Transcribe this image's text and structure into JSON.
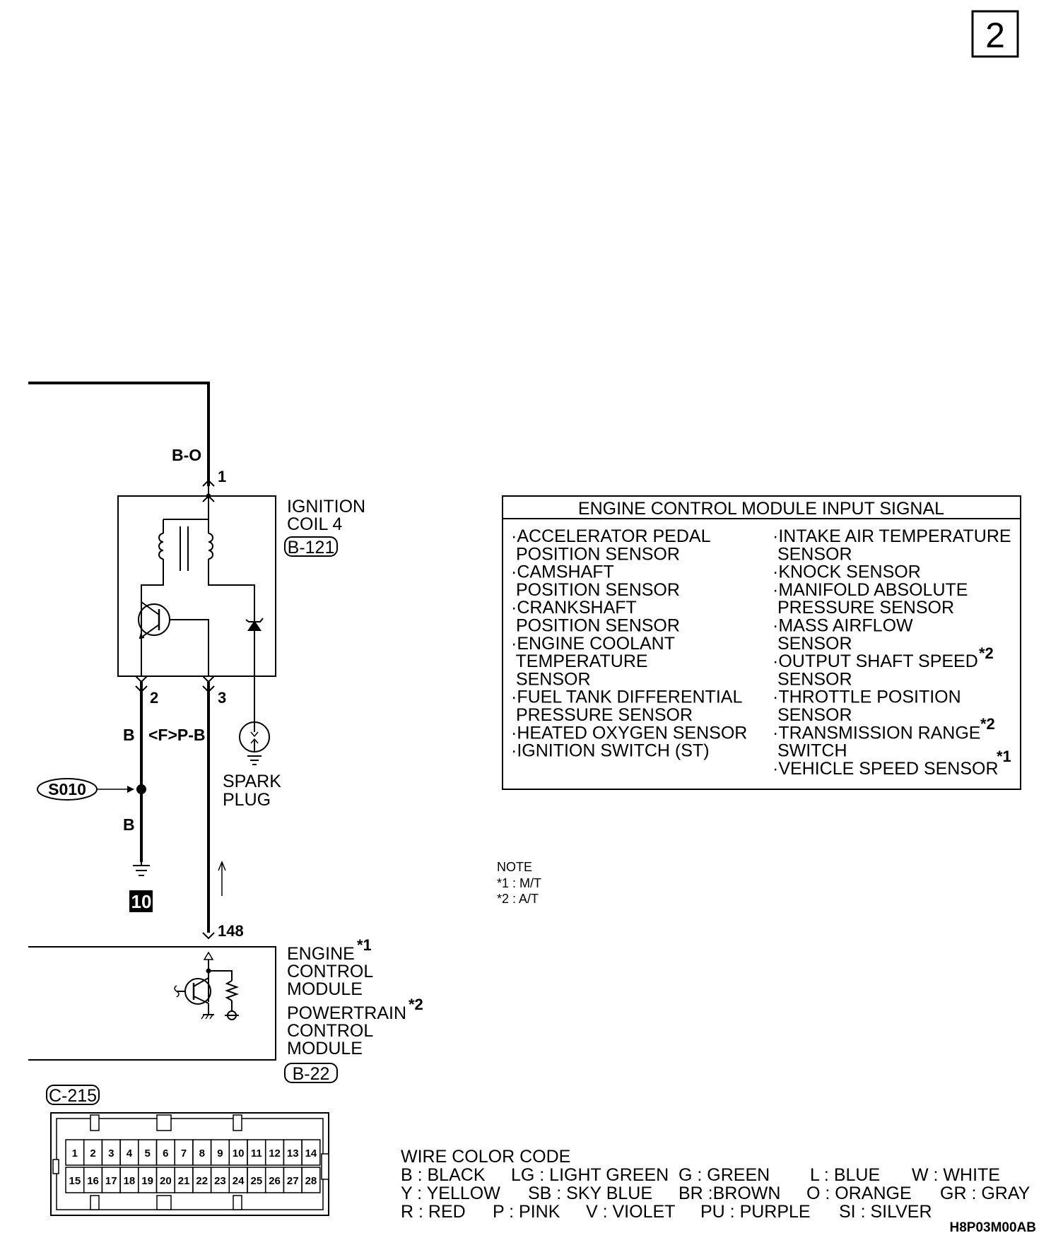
{
  "page_number": "2",
  "diagram_code": "H8P03M00AB",
  "ignition_coil": {
    "name_line1": "IGNITION",
    "name_line2": "COIL 4",
    "connector": "B-121",
    "pin_1": "1",
    "pin_2": "2",
    "pin_3": "3"
  },
  "wires": {
    "top": "B-O",
    "left": "B",
    "right": "<F>P-B",
    "ground_lower": "B"
  },
  "splice": "S010",
  "ground_point": "10",
  "spark_plug": {
    "line1": "SPARK",
    "line2": "PLUG"
  },
  "module": {
    "pin": "148",
    "line1": "ENGINE",
    "star1": "*1",
    "line2": "CONTROL",
    "line3": "MODULE",
    "line4": "POWERTRAIN",
    "star2": "*2",
    "line5": "CONTROL",
    "line6": "MODULE",
    "connector": "B-22"
  },
  "input_signal": {
    "title": "ENGINE CONTROL MODULE INPUT SIGNAL",
    "left": [
      "·ACCELERATOR PEDAL",
      " POSITION SENSOR",
      "·CAMSHAFT",
      " POSITION SENSOR",
      "·CRANKSHAFT",
      " POSITION SENSOR",
      "·ENGINE COOLANT",
      " TEMPERATURE",
      " SENSOR",
      "·FUEL TANK DIFFERENTIAL",
      " PRESSURE SENSOR",
      "·HEATED OXYGEN SENSOR",
      "·IGNITION SWITCH (ST)"
    ],
    "right": [
      "·INTAKE AIR TEMPERATURE",
      " SENSOR",
      "·KNOCK SENSOR",
      "·MANIFOLD ABSOLUTE",
      " PRESSURE SENSOR",
      "·MASS AIRFLOW",
      " SENSOR",
      "·OUTPUT SHAFT SPEED",
      " SENSOR",
      "·THROTTLE POSITION",
      " SENSOR",
      "·TRANSMISSION RANGE",
      " SWITCH",
      "·VEHICLE SPEED SENSOR"
    ],
    "marks": {
      "output_shaft": "*2",
      "transmission": "*2",
      "vehicle_speed": "*1"
    }
  },
  "note": {
    "title": "NOTE",
    "line1": "*1 : M/T",
    "line2": "*2 : A/T"
  },
  "connector_c215": {
    "label": "C-215",
    "row1": [
      "1",
      "2",
      "3",
      "4",
      "5",
      "6",
      "7",
      "8",
      "9",
      "10",
      "11",
      "12",
      "13",
      "14"
    ],
    "row2": [
      "15",
      "16",
      "17",
      "18",
      "19",
      "20",
      "21",
      "22",
      "23",
      "24",
      "25",
      "26",
      "27",
      "28"
    ]
  },
  "wire_color_code": {
    "title": "WIRE COLOR CODE",
    "rows": [
      [
        "B : BLACK",
        "LG : LIGHT GREEN",
        "G : GREEN",
        "L : BLUE",
        "W : WHITE"
      ],
      [
        "Y : YELLOW",
        "SB : SKY BLUE",
        "BR :BROWN",
        "O : ORANGE",
        "GR : GRAY"
      ],
      [
        "R : RED",
        "P : PINK",
        "V : VIOLET",
        "PU : PURPLE",
        "SI : SILVER"
      ]
    ]
  }
}
